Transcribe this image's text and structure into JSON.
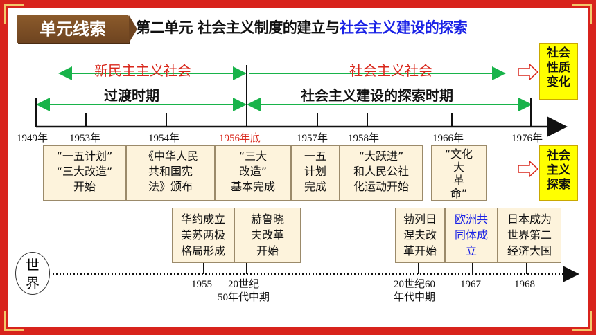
{
  "header": {
    "badge": "单元线索",
    "title_prefix": "第二单元 社会主义制度的建立与",
    "title_highlight": "社会主义建设的探索"
  },
  "eras": {
    "new_democracy": "新民主主义社会",
    "socialist": "社会主义社会"
  },
  "periods": {
    "transition": "过渡时期",
    "exploration": "社会主义建设的探索时期"
  },
  "side_boxes": {
    "nature": "社会\n性质\n变化",
    "exploration": "社会\n主义\n探索"
  },
  "china_years": [
    "1949年",
    "1953年",
    "1954年",
    "1956年底",
    "1957年",
    "1958年",
    "1966年",
    "1976年"
  ],
  "china_events": [
    "“一五计划”\n“三大改造”\n开始",
    "《中华人民\n共和国宪\n法》颁布",
    "“三大\n改造”\n基本完成",
    "一五\n计划\n完成",
    "“大跃进”\n和人民公社\n化运动开始",
    "“文化\n大\n革\n命”"
  ],
  "world_label": "世\n界",
  "world_events": [
    "华约成立\n美苏两极\n格局形成",
    "赫鲁晓\n夫改革\n开始",
    "勃列日\n涅夫改\n革开始",
    "欧洲共\n同体成\n立",
    "日本成为\n世界第二\n经济大国"
  ],
  "world_years": [
    "1955",
    "20世纪\n50年代中期",
    "20世纪60\n年代中期",
    "1967",
    "1968"
  ],
  "colors": {
    "frame_red": "#d8231c",
    "era_red": "#d9271b",
    "arrow_green": "#18b34a",
    "highlight_blue": "#1a22e6",
    "side_yellow": "#ffff00",
    "event_bg": "#fdf3dc"
  },
  "icons": [
    "hollow-arrow-icon",
    "green-double-arrow-icon"
  ]
}
